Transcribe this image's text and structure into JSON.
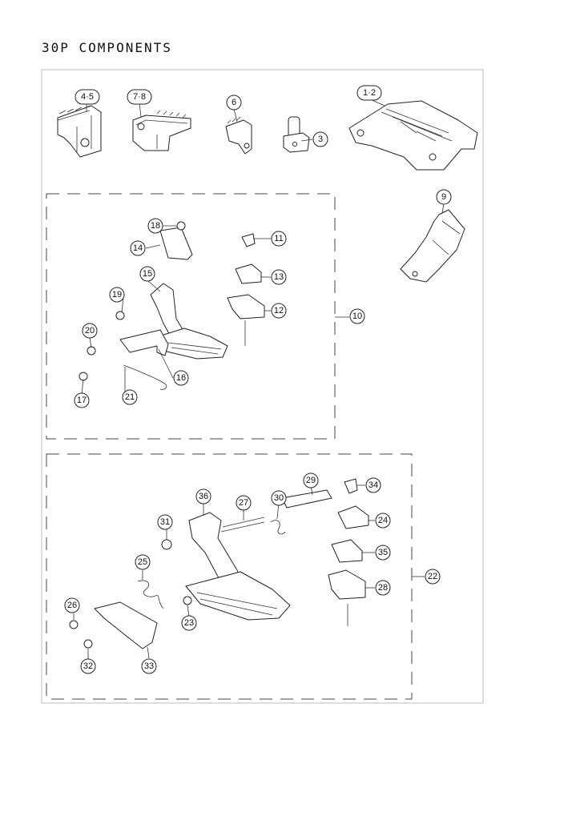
{
  "title": "30P COMPONENTS",
  "parts": {
    "p1_2": "1·2",
    "p3": "3",
    "p4_5": "4·5",
    "p6": "6",
    "p7_8": "7·8",
    "p9": "9",
    "p10": "10",
    "p11": "11",
    "p12": "12",
    "p13": "13",
    "p14": "14",
    "p15": "15",
    "p16": "16",
    "p17": "17",
    "p18": "18",
    "p19": "19",
    "p20": "20",
    "p21": "21",
    "p22": "22",
    "p23": "23",
    "p24": "24",
    "p25": "25",
    "p26": "26",
    "p27": "27",
    "p28": "28",
    "p29": "29",
    "p30": "30",
    "p31": "31",
    "p32": "32",
    "p33": "33",
    "p34": "34",
    "p35": "35",
    "p36": "36"
  }
}
